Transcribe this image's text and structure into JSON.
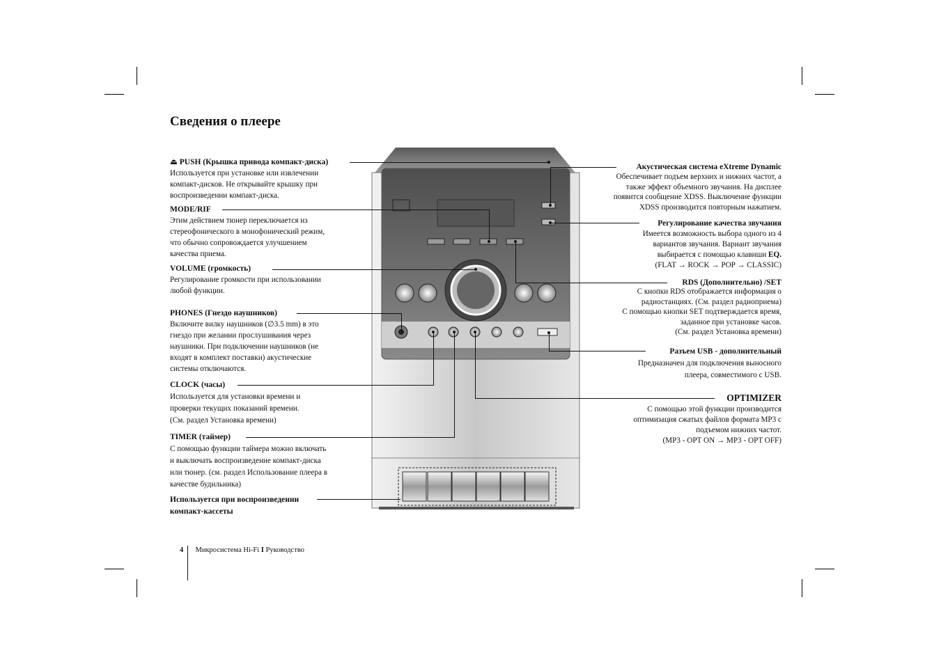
{
  "title": "Сведения о плеере",
  "left": {
    "push": {
      "label": "⏏ PUSH (Крышка привода компакт-диска)",
      "lines": [
        "Используется при установке или извлечении",
        "компакт-дисков. Не открывайте крышку при",
        "воспроизведении компакт-диска."
      ]
    },
    "mode": {
      "label": "MODE/RIF",
      "lines": [
        "Этим действием тюнер переключается из",
        "стереофонического в монофонический режим,",
        "что обычно сопровождается улучшением",
        "качества приема."
      ]
    },
    "volume": {
      "label": "VOLUME (громкость)",
      "lines": [
        "Регулирование громкости при использовании",
        "любой функции."
      ]
    },
    "phones": {
      "label": "PHONES (Гнездо наушников)",
      "lines": [
        "Включите вилку наушников (∅3.5 mm) в это",
        "гнездо при желании прослушивания через",
        "наушники. При подключении наушников (не",
        "входят в комплект поставки) акустические",
        "системы отключаются."
      ]
    },
    "clock": {
      "label": "CLOCK (часы)",
      "lines": [
        "Используется для установки времени и",
        "проверки текущих показаний времени.",
        "(См. раздел Установка времени)"
      ]
    },
    "timer": {
      "label": "TIMER (таймер)",
      "lines": [
        "С помощью функции таймера можно включать",
        "и выключать воспроизведение компакт-диска",
        "или тюнер. (см. раздел Использование плеера в",
        "качестве будильника)"
      ]
    },
    "cassette": {
      "lines": [
        "Используется при воспроизведении",
        "компакт-кассеты"
      ]
    }
  },
  "right": {
    "xdss": {
      "label": "Акустическая система eXtreme Dynamic",
      "lines": [
        "Обеспечивает подъем верхних и нижних частот, а",
        "также эффект объемного звучания. На дисплее",
        "появится сообщение XDSS. Выключение функции",
        "XDSS производится повторным нажатием."
      ]
    },
    "eq": {
      "label": "Регулирование качества звучания",
      "lines": [
        "Имеется возможность выбора одного из 4",
        "вариантов звучания. Вариант звучания"
      ],
      "line3_pre": "выбирается с помощью клавиши ",
      "line3_bold": "EQ.",
      "line4": "(FLAT → ROCK → POP → CLASSIC)"
    },
    "rds": {
      "label": "RDS (Дополнительно) /SET",
      "lines": [
        "С кнопки RDS отображается информация о",
        "радиостанциях. (См. раздел радиоприема)",
        "С помощью кнопки SET подтверждается время,",
        "заданное при установке часов.",
        "(См. раздел Установка времени)"
      ]
    },
    "usb": {
      "label": "Разъем USB - дополнительный",
      "lines": [
        "Предназначен для подключения выносного",
        "плеера, совместимого с USB."
      ]
    },
    "optimizer": {
      "label": "OPTIMIZER",
      "lines": [
        "С помощью этой функции производится",
        "оптимизация сжатых файлов формата MP3 с",
        "подъемом нижних частот.",
        "(MP3 - OPT ON → MP3 - OPT OFF)"
      ]
    }
  },
  "footer": {
    "page": "4",
    "product": "Микросистема Hi-Fi",
    "sep": "I",
    "doc": "Руководство"
  },
  "colors": {
    "body_light": "#d8d8d8",
    "panel_dark": "#6a6a6a",
    "text": "#111111"
  }
}
